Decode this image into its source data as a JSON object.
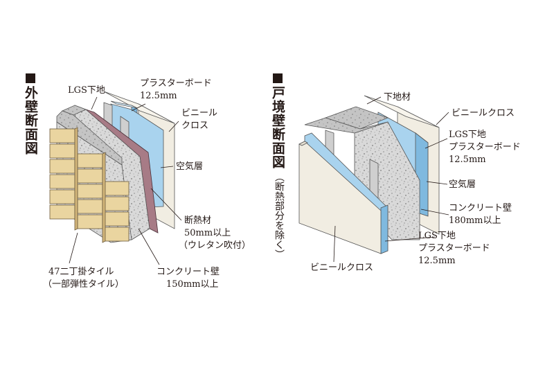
{
  "exterior_wall": {
    "title": "外壁断面図",
    "labels": {
      "lgs": "LGS下地",
      "plaster": "プラスターボード",
      "plaster_size": "12.5mm",
      "vinyl_1": "ビニール",
      "vinyl_2": "クロス",
      "air_layer": "空気層",
      "insulation": "断熱材",
      "insulation_size": "50mm以上",
      "insulation_note": "（ウレタン吹付）",
      "tile": "47二丁掛タイル",
      "tile_note": "（一部弾性タイル）",
      "concrete": "コンクリート壁",
      "concrete_size": "150mm以上"
    }
  },
  "boundary_wall": {
    "title": "戸境壁断面図",
    "subtitle": "（断熱部分を除く）",
    "labels": {
      "base": "下地材",
      "vinyl_right": "ビニールクロス",
      "lgs_right": "LGS下地",
      "plaster_right": "プラスターボード",
      "plaster_right_size": "12.5mm",
      "air_layer": "空気層",
      "concrete": "コンクリート壁",
      "concrete_size": "180mm以上",
      "lgs_lower": "LGS下地",
      "plaster_lower": "プラスターボード",
      "plaster_lower_size": "12.5mm",
      "vinyl_left": "ビニールクロス"
    }
  },
  "colors": {
    "tile": "#ead5a0",
    "tile_dark": "#d2b57a",
    "concrete": "#d7d7d7",
    "concrete_dark": "#bdbdbd",
    "insulation": "#a77b86",
    "board_blue": "#a9d3ee",
    "board_blue_dark": "#7fb9df",
    "cloth": "#f1ede2",
    "lgs": "#cfcfcf"
  }
}
